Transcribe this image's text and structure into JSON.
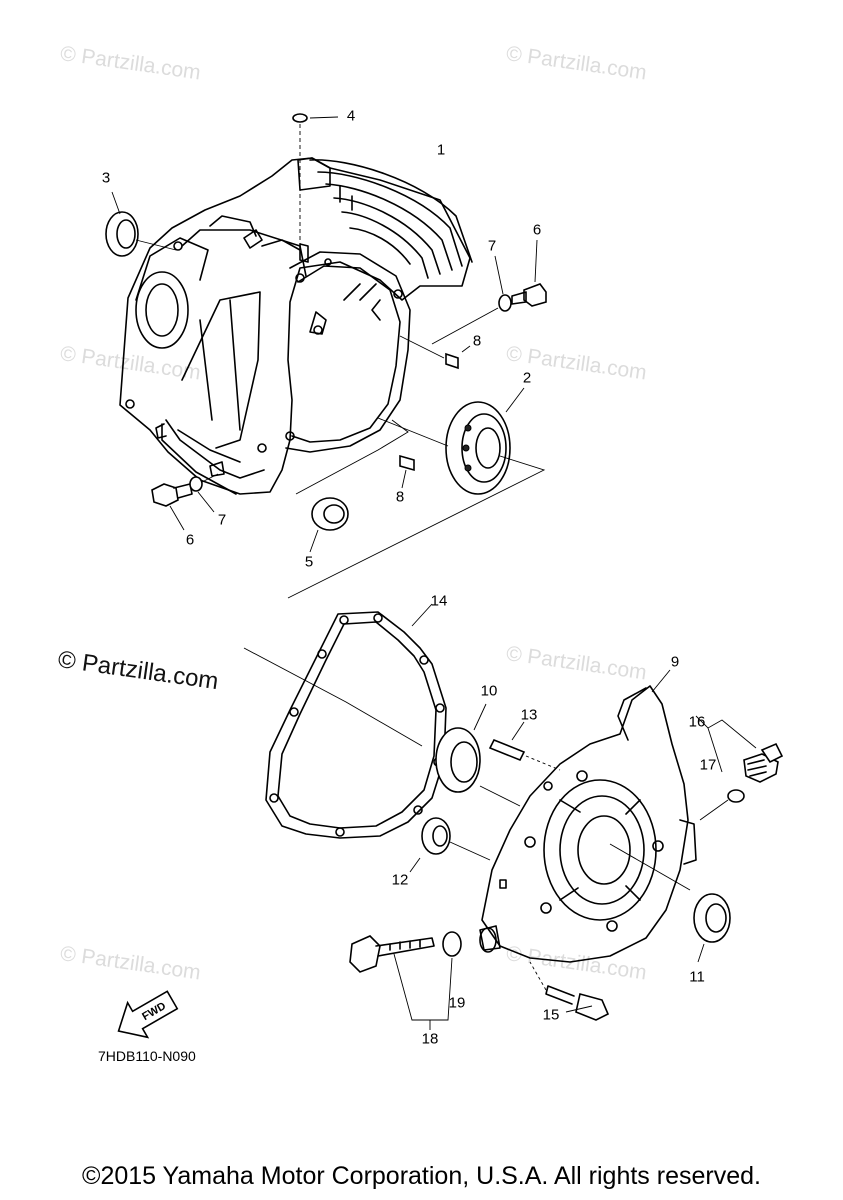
{
  "watermarks": {
    "light_text": "© Partzilla.com",
    "strong_text": "© Partzilla.com"
  },
  "diagram_code": "7HDB110-N090",
  "copyright": "©2015 Yamaha Motor Corporation, U.S.A. All rights reserved.",
  "fwd_label": "FWD",
  "callouts": [
    "1",
    "2",
    "3",
    "4",
    "5",
    "6",
    "6",
    "7",
    "7",
    "8",
    "8",
    "9",
    "10",
    "11",
    "12",
    "13",
    "14",
    "15",
    "16",
    "17",
    "18",
    "19"
  ]
}
